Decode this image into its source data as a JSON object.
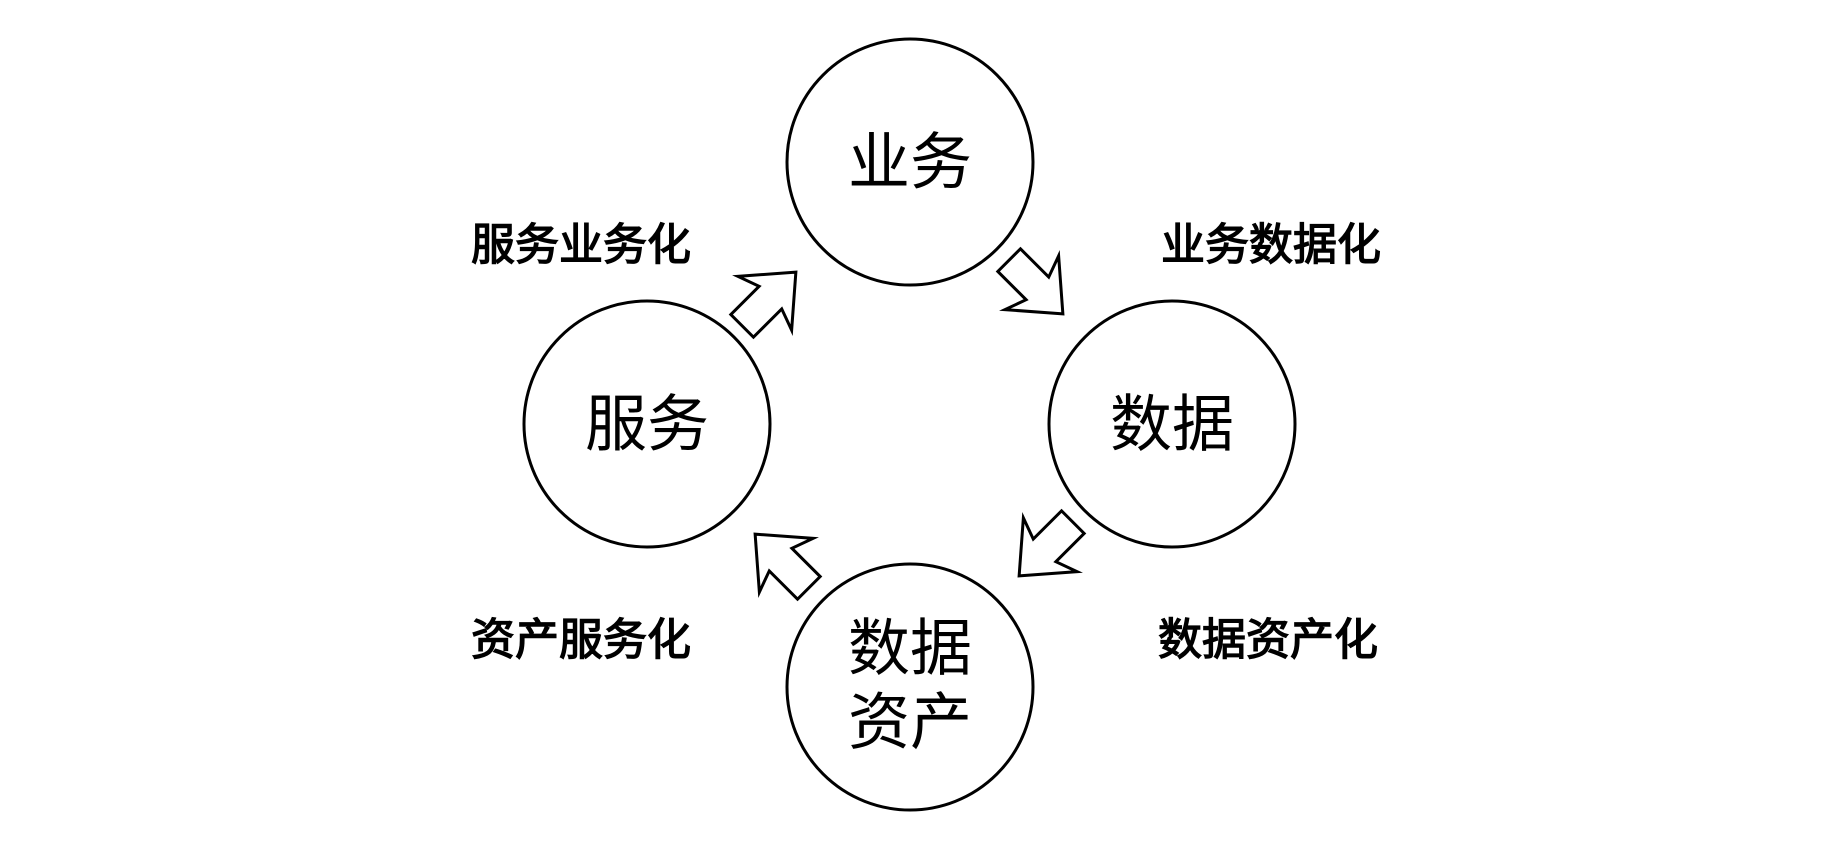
{
  "nodes": {
    "business": "业务",
    "data": "数据",
    "data_assets_line1": "数据",
    "data_assets_line2": "资产",
    "service": "服务"
  },
  "edges": {
    "business_to_data": "业务数据化",
    "data_to_assets": "数据资产化",
    "assets_to_service": "资产服务化",
    "service_to_business": "服务业务化"
  },
  "colors": {
    "stroke": "#000000",
    "background": "#ffffff"
  }
}
